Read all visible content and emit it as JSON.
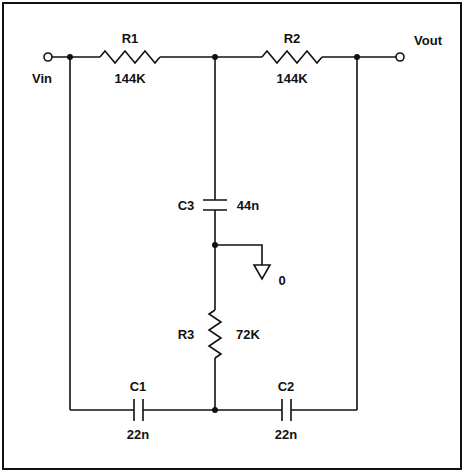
{
  "diagram": {
    "labels": [
      "Vin",
      "R1",
      "144K",
      "R2",
      "144K",
      "Vout",
      "C3",
      "44n",
      "R3",
      "72K",
      "0",
      "C1",
      "22n",
      "C2",
      "22n"
    ]
  }
}
